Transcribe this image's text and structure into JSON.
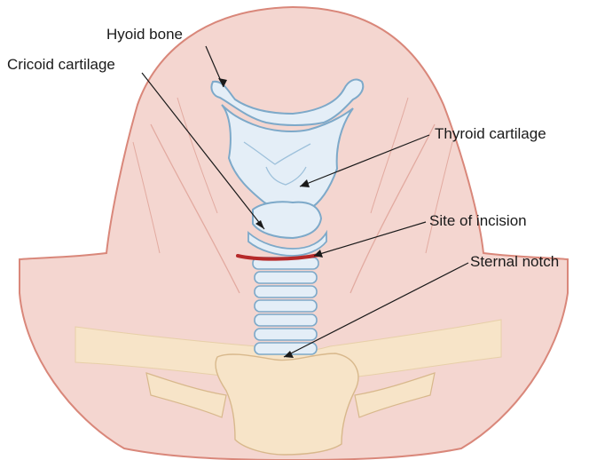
{
  "labels": {
    "hyoid_bone": "Hyoid bone",
    "cricoid_cartilage": "Cricoid cartilage",
    "thyroid_cartilage": "Thyroid cartilage",
    "site_of_incision": "Site of incision",
    "sternal_notch": "Sternal notch"
  },
  "colors": {
    "skin": "#f4d6d0",
    "skin_outline": "#d9877a",
    "cartilage_fill": "#e4eef7",
    "cartilage_outline": "#7da9c9",
    "clavicle_fill": "#f7e4c8",
    "clavicle_outline": "#d8b88c",
    "incision": "#b62a2a",
    "leader_line": "#1a1a1a"
  }
}
